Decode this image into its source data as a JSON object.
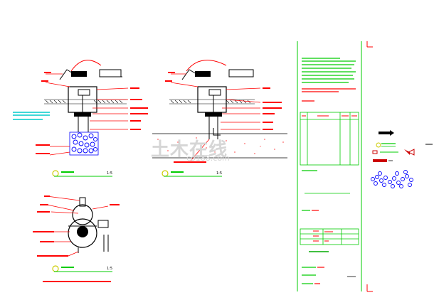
{
  "drawing": {
    "views": [
      {
        "scale": "1:5"
      },
      {
        "scale": "1:5"
      },
      {
        "scale": "1:5"
      }
    ]
  },
  "watermark": {
    "text": "土木在线",
    "sub": "co188.com"
  },
  "colors": {
    "line": "#000000",
    "leader": "#ff0000",
    "label": "#ff0000",
    "hatch": "#0000ff",
    "border": "#00cc00",
    "text_green": "#00aa00",
    "cyan": "#00cccc",
    "title_block_red": "#ff0000"
  },
  "icons": [
    "north-arrow-icon",
    "section-marker-icon"
  ]
}
